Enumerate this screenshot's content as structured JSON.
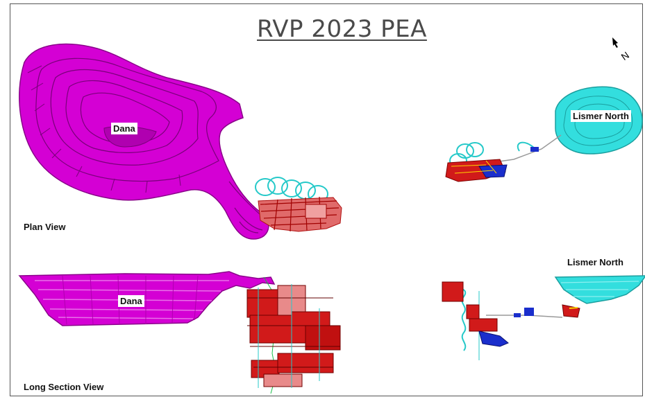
{
  "title": "RVP 2023 PEA",
  "views": {
    "plan": "Plan View",
    "long_section": "Long Section View"
  },
  "pits": {
    "dana_plan": "Dana",
    "dana_section": "Dana",
    "lismer_plan": "Lismer North",
    "lismer_section": "Lismer North"
  },
  "north_label": "N",
  "colors": {
    "dana_pit": "#d400d4",
    "dana_pit_dark": "#8a008a",
    "lismer_pit": "#33dede",
    "lismer_pit_dark": "#1a9e9e",
    "underground_red": "#d11a1a",
    "underground_blue": "#1a2ecc",
    "ramp_cyan": "#25c9c9",
    "ramp_pink": "#e88a8a"
  }
}
